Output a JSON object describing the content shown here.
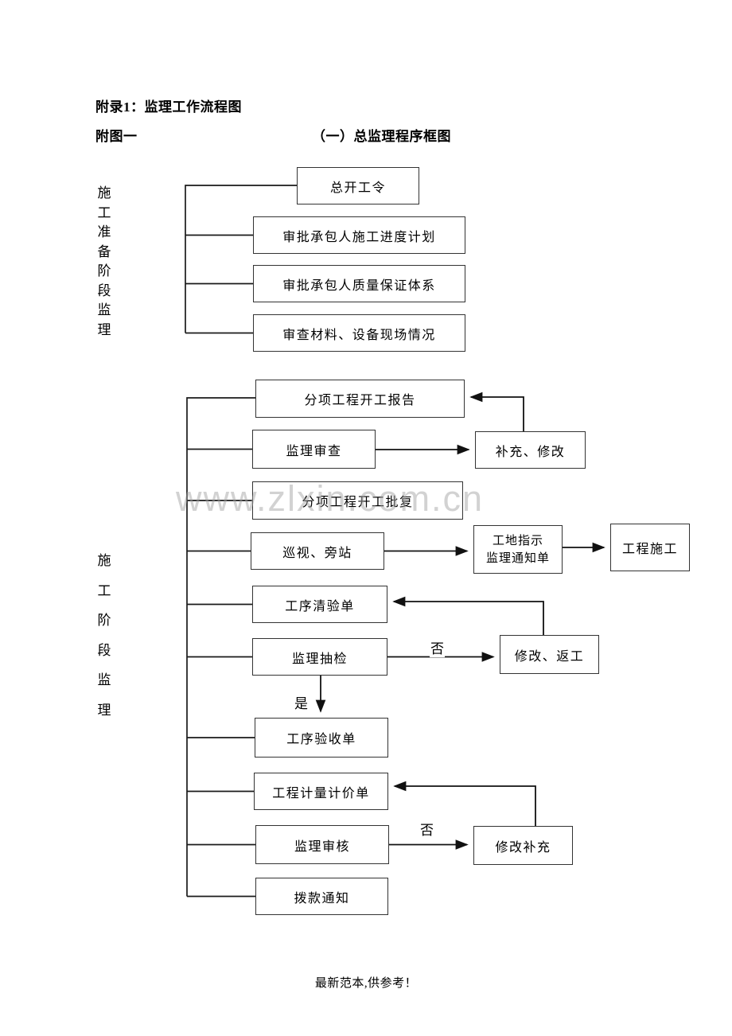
{
  "header": {
    "appendix_title": "附录1：监理工作流程图",
    "figure_label": "附图一",
    "figure_title": "（一）总监理程序框图"
  },
  "sections": [
    {
      "label": "施工准备阶段监理"
    },
    {
      "label": "施工阶段监理"
    }
  ],
  "boxes": [
    {
      "id": "general-commencement-order",
      "label": "总开工令"
    },
    {
      "id": "approve-contractor-schedule",
      "label": "审批承包人施工进度计划"
    },
    {
      "id": "approve-contractor-quality-system",
      "label": "审批承包人质量保证体系"
    },
    {
      "id": "review-material-equipment-site",
      "label": "审查材料、设备现场情况"
    },
    {
      "id": "subproject-commencement-report",
      "label": "分项工程开工报告"
    },
    {
      "id": "supervision-review",
      "label": "监理审查"
    },
    {
      "id": "supplement-modify",
      "label": "补充、修改"
    },
    {
      "id": "subproject-commencement-approval",
      "label": "分项工程开工批复"
    },
    {
      "id": "patrol-side-station",
      "label": "巡视、旁站"
    },
    {
      "id": "site-instruction-supervision-notice",
      "label": "工地指示\n监理通知单"
    },
    {
      "id": "project-construction",
      "label": "工程施工"
    },
    {
      "id": "process-check-form",
      "label": "工序清验单"
    },
    {
      "id": "supervision-spot-check",
      "label": "监理抽检"
    },
    {
      "id": "modify-rework",
      "label": "修改、返工"
    },
    {
      "id": "process-acceptance-form",
      "label": "工序验收单"
    },
    {
      "id": "measurement-valuation-form",
      "label": "工程计量计价单"
    },
    {
      "id": "supervision-audit",
      "label": "监理审核"
    },
    {
      "id": "modify-supplement",
      "label": "修改补充"
    },
    {
      "id": "payment-notice",
      "label": "拨款通知"
    }
  ],
  "decision_labels": {
    "yes": "是",
    "no": "否"
  },
  "watermark": "www.zlxin.com.cn",
  "footer": "最新范本,供参考！",
  "colors": {
    "line": "#1a1a1a",
    "box_border": "#333333",
    "watermark": "#c9c9c9",
    "background": "#ffffff"
  }
}
